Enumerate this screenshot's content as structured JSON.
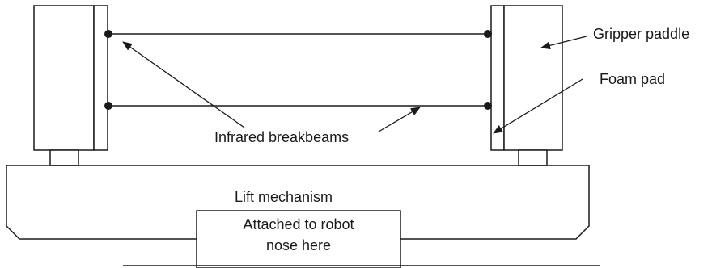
{
  "labels": {
    "gripper_paddle": "Gripper paddle",
    "foam_pad": "Foam pad",
    "infrared_breakbeams": "Infrared breakbeams",
    "lift_mechanism": "Lift mechanism",
    "attach_line1": "Attached to robot",
    "attach_line2": "nose here"
  },
  "colors": {
    "stroke": "#1a1a1a",
    "fill": "#ffffff"
  }
}
